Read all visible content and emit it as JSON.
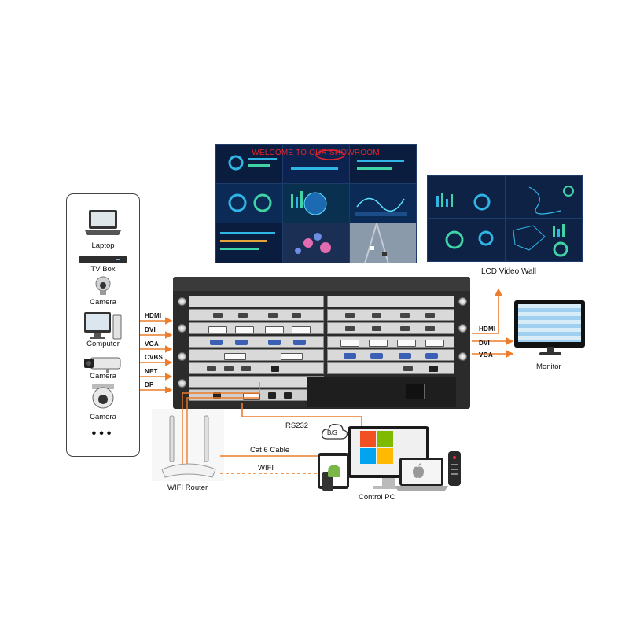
{
  "sources": {
    "items": [
      "Laptop",
      "TV Box",
      "Camera",
      "Computer",
      "Camera",
      "Camera"
    ],
    "more": "•••"
  },
  "input_signals": [
    "HDMI",
    "DVI",
    "VGA",
    "CVBS",
    "NET",
    "DP"
  ],
  "output_signals": [
    "HDMI",
    "DVI",
    "VGA"
  ],
  "video_wall_main": {
    "banner": "WELCOME TO OUR SHOWROOM"
  },
  "lcd_wall_label": "LCD Video Wall",
  "monitor_label": "Monitor",
  "control": {
    "rs232": "RS232",
    "bs": "B/S",
    "cat6": "Cat 6 Cable",
    "wifi": "WIFI",
    "router_label": "WIFI Router",
    "control_pc_label": "Control PC"
  },
  "colors": {
    "signal_arrow": "#ee7d2b",
    "screen_bg": "#0b1a33",
    "chassis": "#2b2b2b",
    "banner_text": "#e3242b"
  }
}
